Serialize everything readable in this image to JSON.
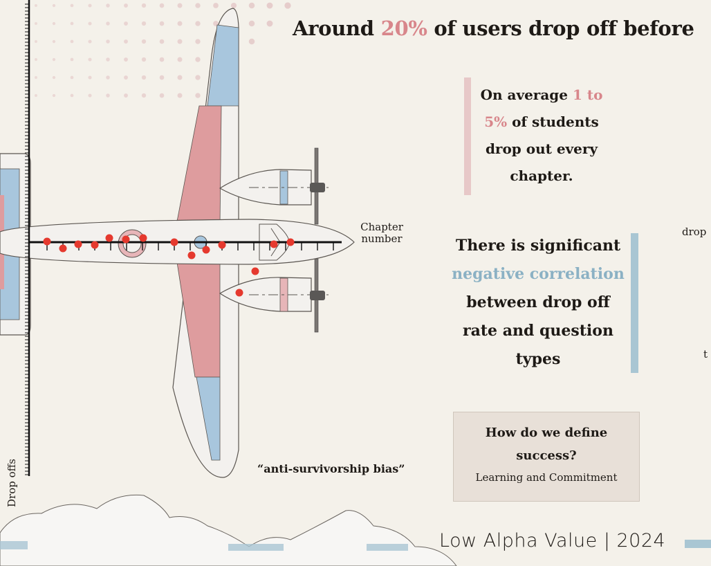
{
  "headline": {
    "prefix": "Around ",
    "highlight": "20%",
    "suffix": " of users drop off before"
  },
  "callout_avg": {
    "prefix": "On average ",
    "highlight": "1 to 5%",
    "suffix": " of students drop out every chapter."
  },
  "callout_corr": {
    "prefix": "There is significant ",
    "highlight": "negative correlation",
    "suffix": " between drop off rate and question types"
  },
  "success": {
    "question": "How do we define success?",
    "answer": "Learning and Commitment"
  },
  "caption": "“anti-survivorship bias”",
  "axes": {
    "x_label": "Chapter number",
    "y_label": "Drop offs"
  },
  "edge_text": {
    "left_word": "drop",
    "fragment": "t"
  },
  "footer": "Low Alpha Value | 2024",
  "colors": {
    "pink": "#d8868b",
    "blue": "#8bb1c4",
    "dot": "#e5392e",
    "background": "#f4f1ea"
  }
}
